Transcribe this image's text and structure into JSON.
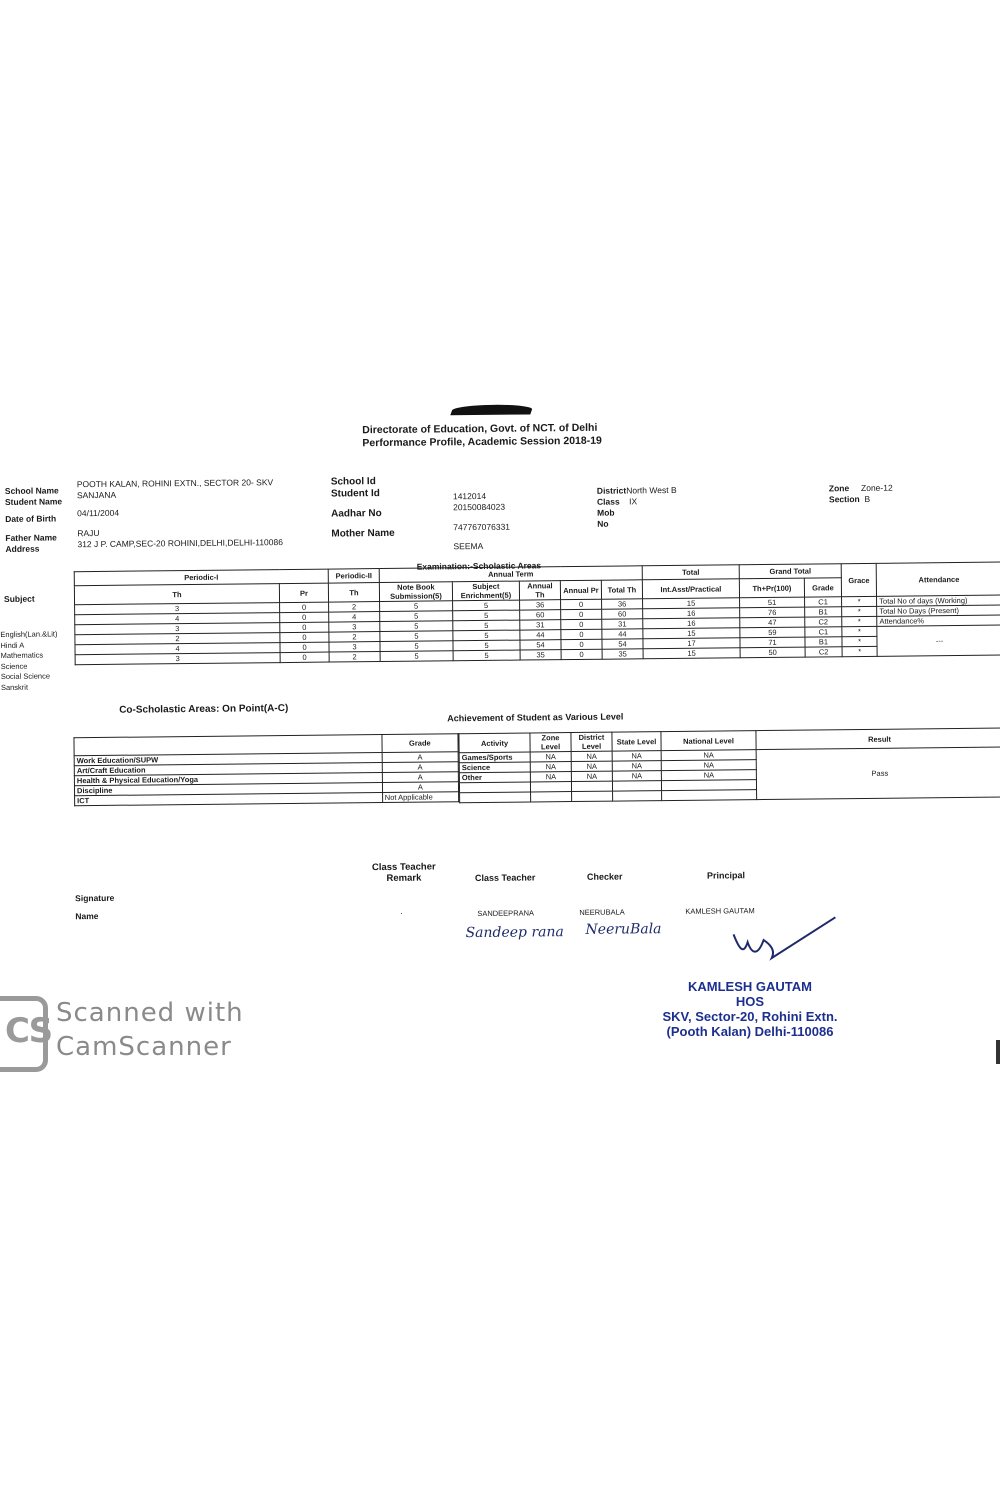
{
  "header": {
    "line1": "Directorate of Education, Govt. of NCT. of Delhi",
    "line2": "Performance Profile, Academic Session 2018-19"
  },
  "student": {
    "school_name_label": "School Name",
    "school_name": "POOTH KALAN, ROHINI EXTN., SECTOR 20- SKV",
    "student_name_label": "Student Name",
    "student_name": "SANJANA",
    "dob_label": "Date of Birth",
    "dob": "04/11/2004",
    "father_label": "Father Name",
    "father": "RAJU",
    "address_label": "Address",
    "address": "312 J P. CAMP,SEC-20 ROHINI,DELHI,DELHI-110086",
    "school_id_label": "School Id",
    "school_id": "1412014",
    "student_id_label": "Student Id",
    "student_id": "20150084023",
    "aadhar_label": "Aadhar No",
    "aadhar": "747767076331",
    "mother_label": "Mother Name",
    "mother": "SEEMA",
    "district_label": "District",
    "district": "North West B",
    "class_label": "Class",
    "class": "IX",
    "mob_label": "Mob",
    "no_label": "No",
    "zone_label": "Zone",
    "zone": "Zone-12",
    "section_label": "Section",
    "section": "B"
  },
  "scholastic": {
    "title": "Examination:-Scholastic Areas",
    "subject_label": "Subject",
    "periodic1": "Periodic-I",
    "periodic2": "Periodic-II",
    "annual_term": "Annual Term",
    "total": "Total",
    "grand_total": "Grand Total",
    "th": "Th",
    "pr": "Pr",
    "notebook": "Note Book Submission(5)",
    "enrichment": "Subject Enrichment(5)",
    "annual_th": "Annual Th",
    "annual_pr": "Annual Pr",
    "total_th": "Total Th",
    "int_asst": "Int.Asst/Practical",
    "th_pr": "Th+Pr(100)",
    "grade": "Grade",
    "grace": "Grace",
    "attendance": "Attendance",
    "subjects": [
      "English(Lan.&Lit)",
      "Hindi A",
      "Mathematics",
      "Science",
      "Social Science",
      "Sanskrit"
    ],
    "rows": [
      [
        "3",
        "0",
        "2",
        "5",
        "5",
        "36",
        "0",
        "36",
        "15",
        "51",
        "C1",
        "*"
      ],
      [
        "4",
        "0",
        "4",
        "5",
        "5",
        "60",
        "0",
        "60",
        "16",
        "76",
        "B1",
        "*"
      ],
      [
        "3",
        "0",
        "3",
        "5",
        "5",
        "31",
        "0",
        "31",
        "16",
        "47",
        "C2",
        "*"
      ],
      [
        "2",
        "0",
        "2",
        "5",
        "5",
        "44",
        "0",
        "44",
        "15",
        "59",
        "C1",
        "*"
      ],
      [
        "4",
        "0",
        "3",
        "5",
        "5",
        "54",
        "0",
        "54",
        "17",
        "71",
        "B1",
        "*"
      ],
      [
        "3",
        "0",
        "2",
        "5",
        "5",
        "35",
        "0",
        "35",
        "15",
        "50",
        "C2",
        "*"
      ]
    ],
    "attendance_rows": [
      "Total No of days (Working)",
      "Total No Days (Present)",
      "Attendance%"
    ],
    "attendance_value": "---"
  },
  "coscholastic": {
    "title": "Co-Scholastic Areas: On Point(A-C)",
    "grade_label": "Grade",
    "items": [
      {
        "name": "Work Education/SUPW",
        "grade": "A"
      },
      {
        "name": "Art/Craft Education",
        "grade": "A"
      },
      {
        "name": "Health & Physical Education/Yoga",
        "grade": "A"
      },
      {
        "name": "Discipline",
        "grade": "A"
      },
      {
        "name": "ICT",
        "grade": "Not Applicable"
      }
    ]
  },
  "achievement": {
    "title": "Achievement of Student as Various Level",
    "activity_label": "Activity",
    "zone_level": "Zone Level",
    "district_level": "District Level",
    "state_level": "State Level",
    "national_level": "National Level",
    "rows": [
      {
        "activity": "Games/Sports",
        "zone": "NA",
        "district": "NA",
        "state": "NA",
        "national": "NA"
      },
      {
        "activity": "Science",
        "zone": "NA",
        "district": "NA",
        "state": "NA",
        "national": "NA"
      },
      {
        "activity": "Other",
        "zone": "NA",
        "district": "NA",
        "state": "NA",
        "national": "NA"
      }
    ],
    "result_label": "Result",
    "result": "Pass"
  },
  "signatures": {
    "remark_label": "Class Teacher Remark",
    "remark_value": ".",
    "signature_label": "Signature",
    "name_label": "Name",
    "class_teacher_label": "Class Teacher",
    "checker_label": "Checker",
    "principal_label": "Principal",
    "class_teacher": "SANDEEPRANA",
    "checker": "NEERUBALA",
    "principal": "KAMLESH GAUTAM",
    "ct_signature": "Sandeep rana",
    "checker_signature": "NeeruBala"
  },
  "stamp": {
    "line1": "KAMLESH GAUTAM",
    "line2": "HOS",
    "line3": "SKV, Sector-20, Rohini Extn.",
    "line4": "(Pooth Kalan) Delhi-110086"
  },
  "watermark": {
    "line1": "Scanned with",
    "line2": "CamScanner"
  }
}
